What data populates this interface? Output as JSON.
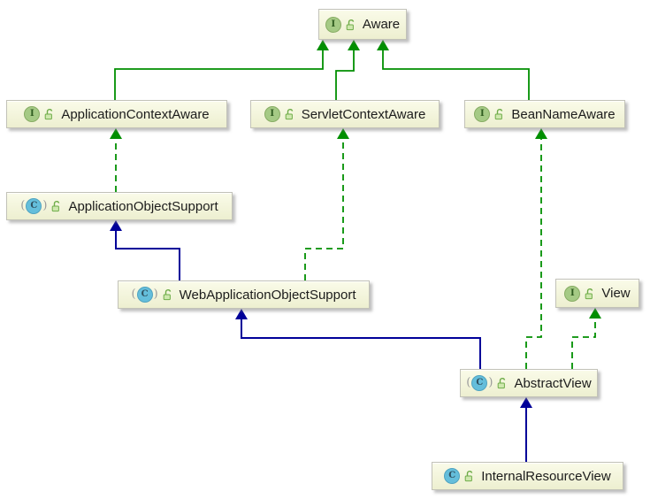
{
  "diagram": {
    "kind_label": "uml-class-diagram",
    "nodes": [
      {
        "id": "aware",
        "label": "Aware",
        "kind": "interface"
      },
      {
        "id": "application-context-aware",
        "label": "ApplicationContextAware",
        "kind": "interface"
      },
      {
        "id": "servlet-context-aware",
        "label": "ServletContextAware",
        "kind": "interface"
      },
      {
        "id": "bean-name-aware",
        "label": "BeanNameAware",
        "kind": "interface"
      },
      {
        "id": "application-object-support",
        "label": "ApplicationObjectSupport",
        "kind": "abstract-class"
      },
      {
        "id": "web-application-object-support",
        "label": "WebApplicationObjectSupport",
        "kind": "abstract-class"
      },
      {
        "id": "view",
        "label": "View",
        "kind": "interface"
      },
      {
        "id": "abstract-view",
        "label": "AbstractView",
        "kind": "abstract-class"
      },
      {
        "id": "internal-resource-view",
        "label": "InternalResourceView",
        "kind": "class"
      }
    ],
    "edges": [
      {
        "from": "ApplicationContextAware",
        "to": "Aware",
        "relation": "extends",
        "style": "solid-green"
      },
      {
        "from": "ServletContextAware",
        "to": "Aware",
        "relation": "extends",
        "style": "solid-green"
      },
      {
        "from": "BeanNameAware",
        "to": "Aware",
        "relation": "extends",
        "style": "solid-green"
      },
      {
        "from": "ApplicationObjectSupport",
        "to": "ApplicationContextAware",
        "relation": "implements",
        "style": "dashed-green"
      },
      {
        "from": "WebApplicationObjectSupport",
        "to": "ApplicationObjectSupport",
        "relation": "extends",
        "style": "solid-blue"
      },
      {
        "from": "WebApplicationObjectSupport",
        "to": "ServletContextAware",
        "relation": "implements",
        "style": "dashed-green"
      },
      {
        "from": "AbstractView",
        "to": "WebApplicationObjectSupport",
        "relation": "extends",
        "style": "solid-blue"
      },
      {
        "from": "AbstractView",
        "to": "BeanNameAware",
        "relation": "implements",
        "style": "dashed-green"
      },
      {
        "from": "AbstractView",
        "to": "View",
        "relation": "implements",
        "style": "dashed-green"
      },
      {
        "from": "InternalResourceView",
        "to": "AbstractView",
        "relation": "extends",
        "style": "solid-blue"
      }
    ],
    "icons": {
      "interface_letter": "I",
      "class_letter": "C",
      "abstract_open_paren": "(",
      "abstract_close_paren": ")",
      "visibility": "unlocked-padlock-icon"
    },
    "colors": {
      "interface_edge": "#008F00",
      "class_edge": "#000099",
      "node_fill_top": "#FAFBE9",
      "node_fill_bottom": "#EDEFD0",
      "node_border": "#C2C2B8",
      "interface_icon_fill": "#A5CA85",
      "class_icon_fill": "#64BEDB",
      "background": "#FFFFFF"
    }
  }
}
